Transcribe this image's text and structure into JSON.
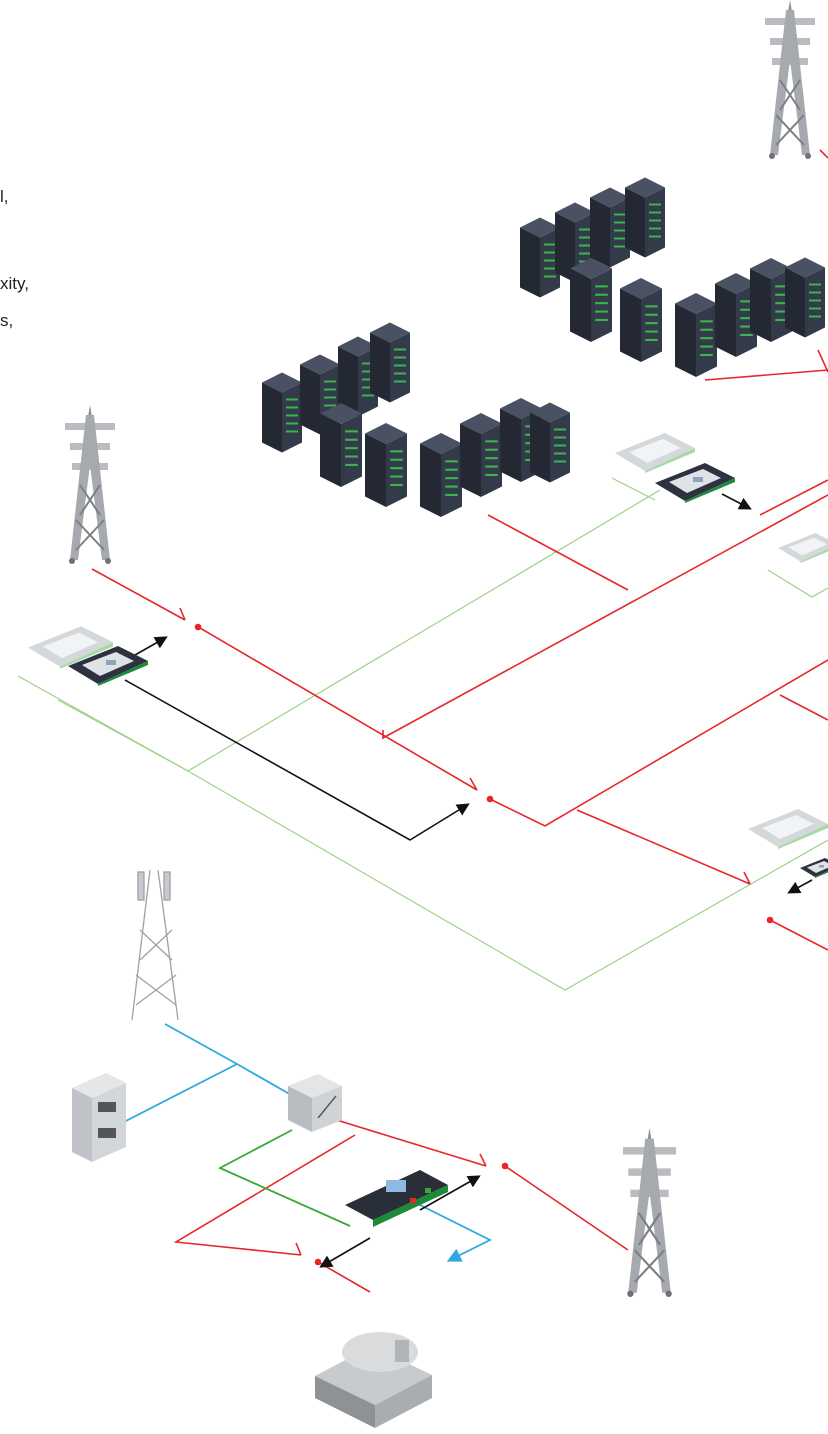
{
  "text_fragments": [
    "l,",
    "xity,",
    "s,"
  ],
  "colors": {
    "power_line": "#e8262a",
    "comm_line": "#9fd28b",
    "control_line": "#111111",
    "dc_line": "#2ea9e0",
    "gen_excitation": "#3aaa35",
    "rack_body": "#2b3140",
    "rack_led": "#39b54a",
    "pylon": "#9ea1a6"
  },
  "icons": [
    "transmission-tower-icon",
    "server-rack-icon",
    "controller-module-icon",
    "telecom-tower-icon",
    "battery-cabinet-icon",
    "rectifier-icon",
    "genset-controller-icon",
    "generator-icon",
    "breaker-switch-icon"
  ]
}
